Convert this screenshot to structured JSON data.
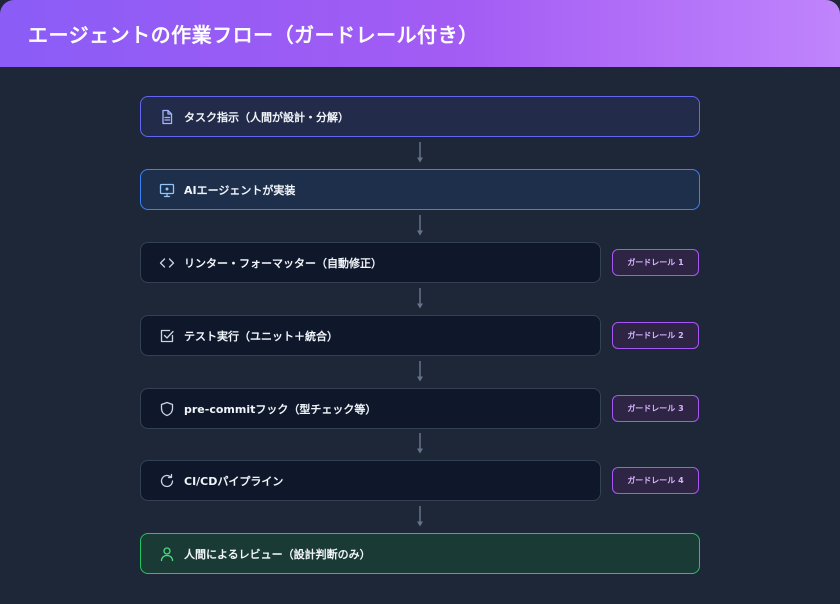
{
  "title": "エージェントの作業フロー（ガードレール付き）",
  "steps": [
    {
      "label": "タスク指示（人間が設計・分解）",
      "icon": "document-icon"
    },
    {
      "label": "AIエージェントが実装",
      "icon": "monitor-icon"
    },
    {
      "label": "リンター・フォーマッター（自動修正）",
      "icon": "code-icon",
      "badge": "ガードレール 1"
    },
    {
      "label": "テスト実行（ユニット＋統合）",
      "icon": "checkbox-icon",
      "badge": "ガードレール 2"
    },
    {
      "label": "pre-commitフック（型チェック等）",
      "icon": "shield-icon",
      "badge": "ガードレール 3"
    },
    {
      "label": "CI/CDパイプライン",
      "icon": "refresh-icon",
      "badge": "ガードレール 4"
    },
    {
      "label": "人間によるレビュー（設計判断のみ）",
      "icon": "user-icon"
    }
  ],
  "colors": {
    "header_start": "#8b5cf6",
    "header_end": "#c084fc",
    "background": "#1e2737",
    "step1_border": "#6366f1",
    "step2_border": "#3b82f6",
    "guardrail_border": "#a855f7",
    "final_border": "#22c55e"
  }
}
